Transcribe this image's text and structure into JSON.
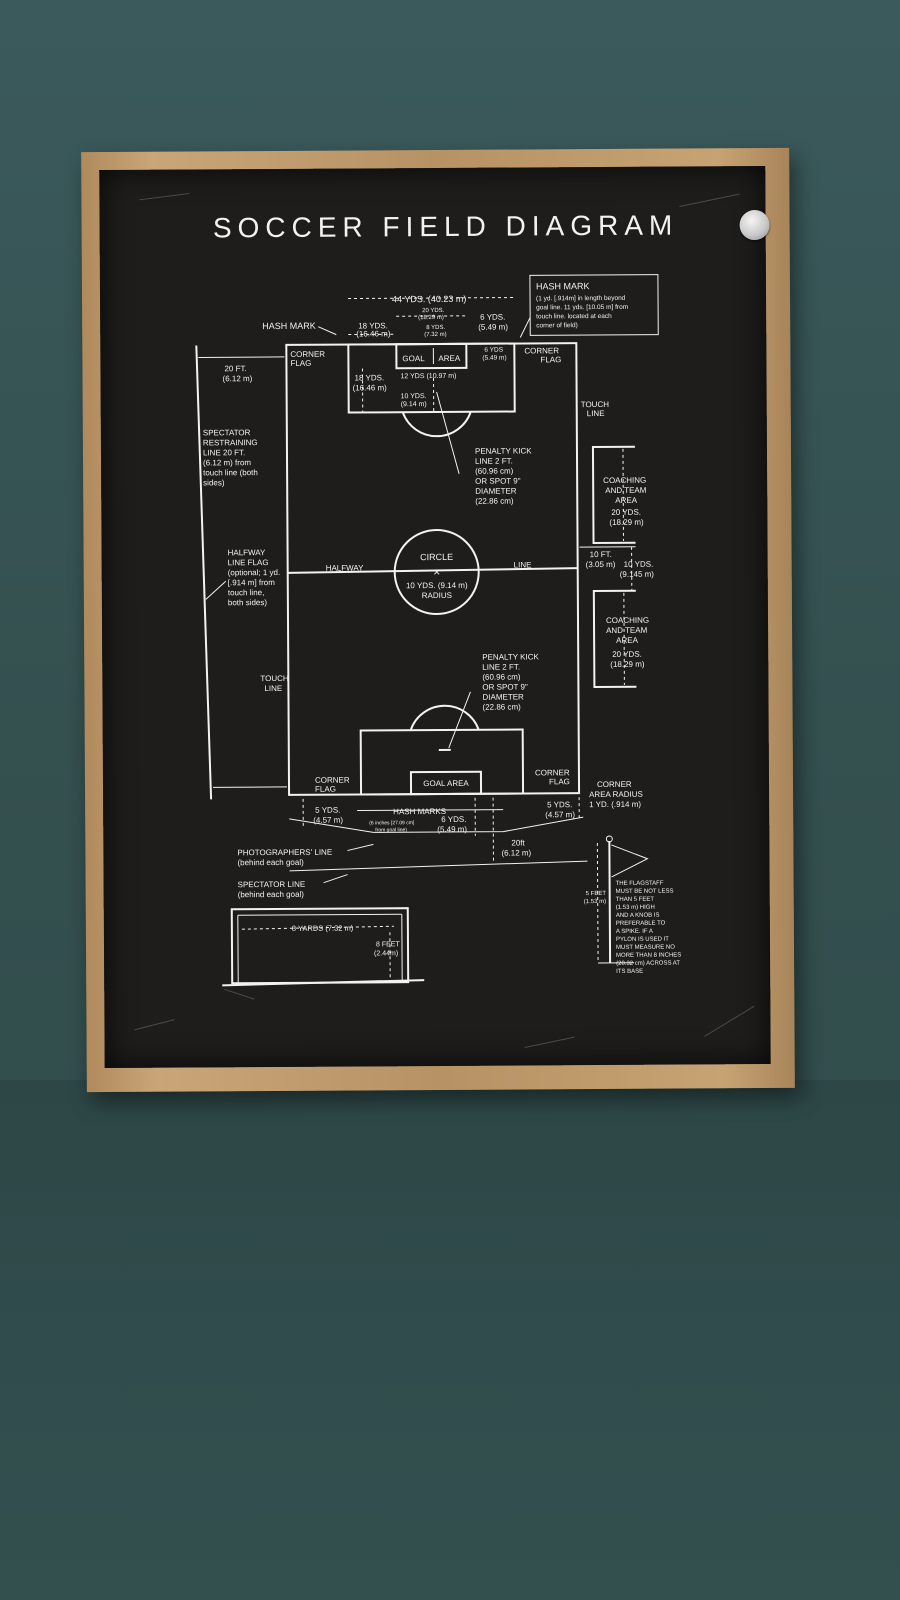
{
  "diagram": {
    "title": "SOCCER FIELD DIAGRAM",
    "labels": {
      "hash_mark_left": "HASH MARK",
      "hash_mark_box_title": "HASH MARK",
      "hash_mark_box_1": "(1 yd. [.914m] in length beyond",
      "hash_mark_box_2": "goal line. 11 yds. [10.05 m] from",
      "hash_mark_box_3": "touch line. located at each",
      "hash_mark_box_4": "corner of field)",
      "dim_44": "44 YDS. (40.23 m)",
      "dim_20yds": "20 YDS.",
      "dim_20yds_m": "(18.29 m)",
      "dim_18yds": "18 YDS.",
      "dim_18yds_m": "(16.46 m)",
      "dim_8yds": "8 YDS.",
      "dim_8yds_m": "(7.32 m)",
      "dim_6yds_top": "6 YDS.",
      "dim_6yds_top_m": "(5.49 m)",
      "dim_6yds_small": "6 YDS",
      "dim_6yds_small_m": "(5.49 m)",
      "corner_flag_tl_1": "CORNER",
      "corner_flag_tl_2": "FLAG",
      "corner_flag_tr_1": "CORNER",
      "corner_flag_tr_2": "FLAG",
      "goal_top": "GOAL",
      "area_top": "AREA",
      "dim_20ft": "20 FT.",
      "dim_20ft_m": "(6.12 m)",
      "dim_18yds_side": "18 YDS.",
      "dim_18yds_side_m": "(16.46 m)",
      "dim_12yds": "12 YDS (10.97 m)",
      "dim_10yds": "10 YDS.",
      "dim_10yds_m": "(9.14 m)",
      "touch_line_right_1": "TOUCH",
      "touch_line_right_2": "LINE",
      "spectator_1": "SPECTATOR",
      "spectator_2": "RESTRAINING",
      "spectator_3": "LINE 20 FT.",
      "spectator_4": "(6.12 m) from",
      "spectator_5": "touch line (both",
      "spectator_6": "sides)",
      "penalty_top_1": "PENALTY KICK",
      "penalty_top_2": "LINE 2 FT.",
      "penalty_top_3": "(60.96 cm)",
      "penalty_top_4": "OR SPOT 9\"",
      "penalty_top_5": "DIAMETER",
      "penalty_top_6": "(22.86 cm)",
      "coaching_1_1": "COACHING",
      "coaching_1_2": "AND TEAM",
      "coaching_1_3": "AREA",
      "coaching_1_4": "20 YDS.",
      "coaching_1_5": "(18.29 m)",
      "halfway_flag_1": "HALFWAY",
      "halfway_flag_2": "LINE FLAG",
      "halfway_flag_3": "(optional; 1 yd.",
      "halfway_flag_4": "[.914 m] from",
      "halfway_flag_5": "touch line,",
      "halfway_flag_6": "both sides)",
      "circle": "CIRCLE",
      "halfway": "HALFWAY",
      "line": "LINE",
      "radius_1": "10 YDS. (9.14 m)",
      "radius_2": "RADIUS",
      "dim_10ft": "10 FT.",
      "dim_10ft_m": "(3.05 m)",
      "dim_10yds_right": "10 YDS.",
      "dim_10yds_right_m": "(9.145 m)",
      "coaching_2_1": "COACHING",
      "coaching_2_2": "AND TEAM",
      "coaching_2_3": "AREA",
      "coaching_2_4": "20 YDS.",
      "coaching_2_5": "(18.29 m)",
      "touch_line_left_1": "TOUCH",
      "touch_line_left_2": "LINE",
      "penalty_bot_1": "PENALTY KICK",
      "penalty_bot_2": "LINE 2 FT.",
      "penalty_bot_3": "(60.96 cm)",
      "penalty_bot_4": "OR SPOT 9\"",
      "penalty_bot_5": "DIAMETER",
      "penalty_bot_6": "(22.86 cm)",
      "corner_flag_bl_1": "CORNER",
      "corner_flag_bl_2": "FLAG",
      "goal_area_bottom": "GOAL AREA",
      "corner_flag_br_1": "CORNER",
      "corner_flag_br_2": "FLAG",
      "corner_radius_1": "CORNER",
      "corner_radius_2": "AREA RADIUS",
      "corner_radius_3": "1 YD. (.914 m)",
      "dim_5yds_left": "5 YDS.",
      "dim_5yds_left_m": "(4.57 m)",
      "hash_marks": "HASH MARKS",
      "hash_marks_sub_1": "(6 inches [27.09 cm]",
      "hash_marks_sub_2": "from goal line)",
      "dim_6yds_bottom": "6 YDS.",
      "dim_6yds_bottom_m": "(5.49 m)",
      "dim_5yds_right": "5 YDS.",
      "dim_5yds_right_m": "(4.57 m)",
      "dim_20ft_bottom": "20ft",
      "dim_20ft_bottom_m": "(6.12 m)",
      "photographers_1": "PHOTOGRAPHERS' LINE",
      "photographers_2": "(behind each goal)",
      "spectator_line_1": "SPECTATOR LINE",
      "spectator_line_2": "(behind each goal)",
      "goal_8yards": "8 YARDS (7.32 m)",
      "goal_8feet": "8 FEET",
      "goal_8feet_m": "(2.44m)",
      "flag_5feet": "5 FEET",
      "flag_5feet_m": "(1.53 m)",
      "flagstaff_1": "THE FLAGSTAFF",
      "flagstaff_2": "MUST BE NOT LESS",
      "flagstaff_3": "THAN 5 FEET",
      "flagstaff_4": "(1.53 m) HIGH",
      "flagstaff_5": "AND A KNOB IS",
      "flagstaff_6": "PREFERABLE TO",
      "flagstaff_7": "A SPIKE. IF A",
      "flagstaff_8": "PYLON IS USED IT",
      "flagstaff_9": "MUST MEASURE NO",
      "flagstaff_10": "MORE THAN 8 INCHES",
      "flagstaff_11": "(20.32 cm) ACROSS AT",
      "flagstaff_12": "ITS BASE"
    }
  },
  "colors": {
    "wall": "#3b5a5c",
    "board": "#1e1d1c",
    "frame": "#b69264",
    "ink": "#f2f2ee"
  }
}
